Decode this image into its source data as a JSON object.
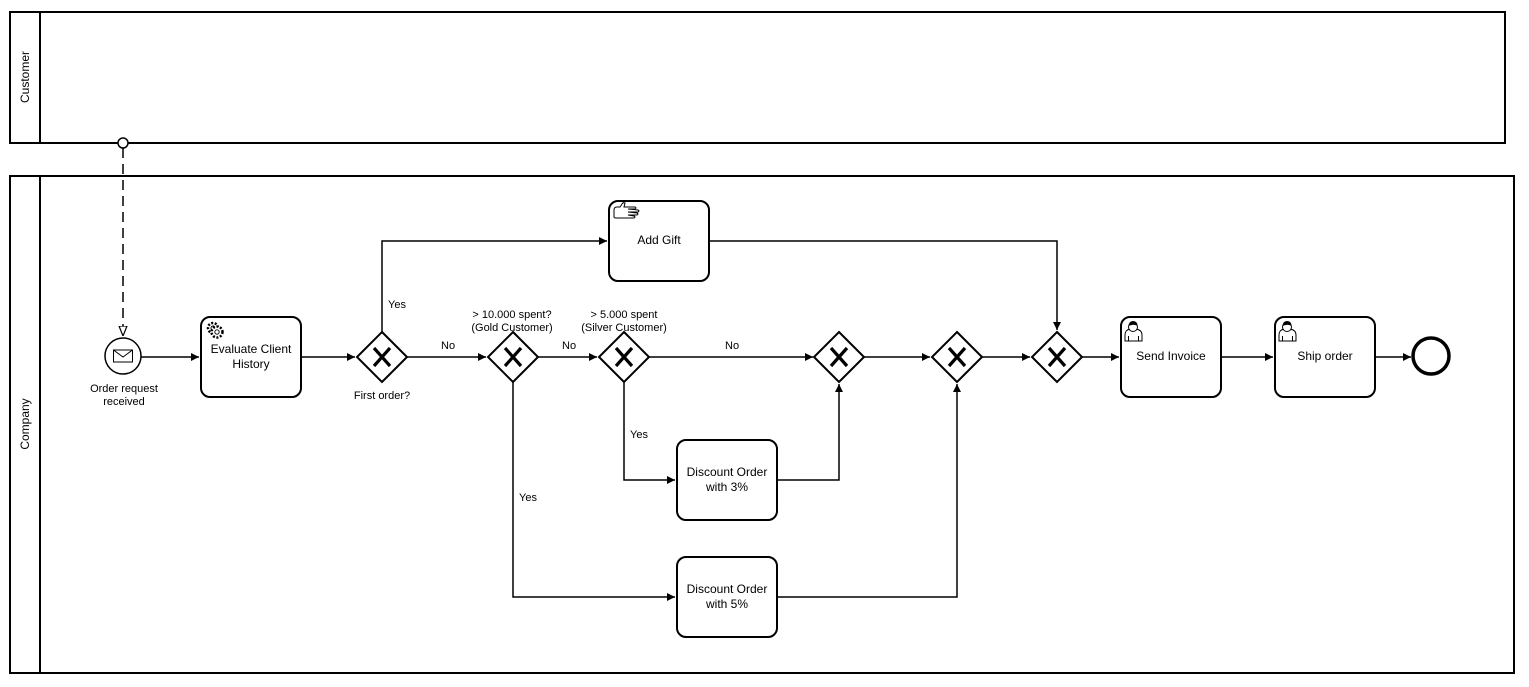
{
  "pools": {
    "customer": "Customer",
    "company": "Company"
  },
  "events": {
    "start_label_line1": "Order request",
    "start_label_line2": "received"
  },
  "tasks": {
    "evaluate_line1": "Evaluate Client",
    "evaluate_line2": "History",
    "add_gift": "Add Gift",
    "send_invoice": "Send Invoice",
    "ship_order": "Ship order",
    "discount3_line1": "Discount Order",
    "discount3_line2": "with 3%",
    "discount5_line1": "Discount Order",
    "discount5_line2": "with 5%"
  },
  "gateways": {
    "first_order": "First order?",
    "gold_line1": "> 10.000 spent?",
    "gold_line2": "(Gold Customer)",
    "silver_line1": "> 5.000 spent",
    "silver_line2": "(Silver Customer)"
  },
  "flow_labels": {
    "yes_gift": "Yes",
    "no_1": "No",
    "no_2": "No",
    "no_3": "No",
    "yes_silver": "Yes",
    "yes_gold": "Yes"
  },
  "icons": {
    "message": "envelope-icon",
    "service": "gear-icon",
    "manual": "hand-icon",
    "user": "user-icon",
    "gateway": "exclusive-gateway-x"
  }
}
